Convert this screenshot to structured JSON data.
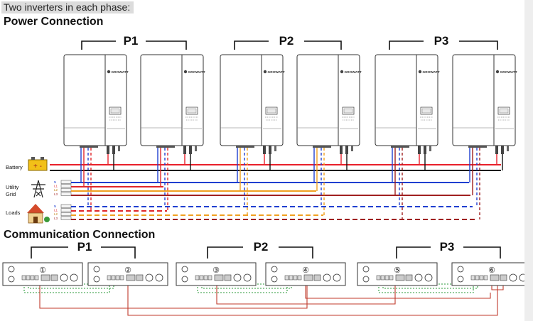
{
  "header": {
    "subtitle": "Two inverters in each phase:",
    "power_title": "Power Connection",
    "comm_title": "Communication Connection"
  },
  "phases": [
    "P1",
    "P2",
    "P3"
  ],
  "inverter": {
    "brand": "GROWATT"
  },
  "side_labels": {
    "battery": "Battery",
    "utility_line1": "Utility",
    "utility_line2": "Grid",
    "loads": "Loads"
  },
  "line_labels": {
    "grid": [
      "N",
      "L1",
      "L2",
      "L3"
    ],
    "load": [
      "N",
      "L1",
      "L2",
      "L3"
    ]
  },
  "comm_units": [
    "①",
    "②",
    "③",
    "④",
    "⑤",
    "⑥"
  ],
  "colors": {
    "battery_positive": "#e8202a",
    "battery_negative": "#111111",
    "neutral": "#1f3fd0",
    "l1": "#e0262a",
    "l2": "#f0a020",
    "l3": "#a02020",
    "comm_green": "#2a9a3a",
    "comm_red": "#c0392b"
  }
}
